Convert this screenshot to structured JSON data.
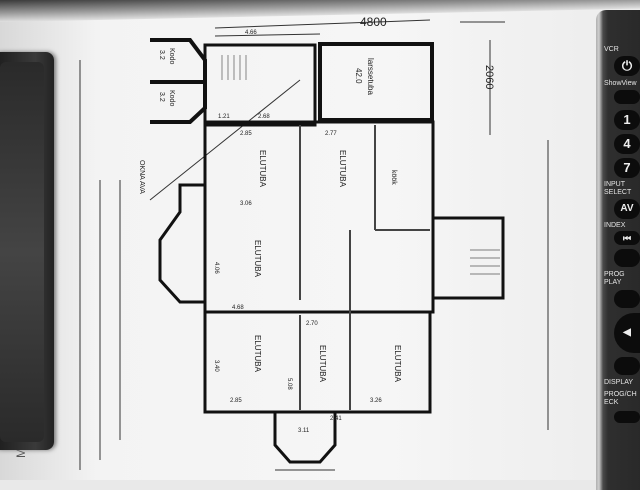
{
  "plan": {
    "dim_top": "4800",
    "dim_right": "2060",
    "dim_top_small": "4.66",
    "garage_label": "larssetuba",
    "garage_area": "42.0",
    "kodo_top": "Kodo",
    "kodo_top_area": "3.2",
    "kodo_bottom": "Kodo",
    "kodo_bottom_area": "3.2",
    "room_elutuba": "ELUTUBA",
    "room_kook": "köök",
    "dims": [
      "2.85",
      "2.77",
      "3.06",
      "4.68",
      "2.70",
      "2.85",
      "3.26",
      "2.41",
      "3.11",
      "1.21",
      "2.68",
      "5.08",
      "4.06",
      "3.40"
    ],
    "left_note": "OKNA AVA",
    "side_letter": "M"
  },
  "remote": {
    "vcr": "VCR",
    "showview": "ShowView",
    "btn1": "1",
    "btn4": "4",
    "btn7": "7",
    "input_select": "INPUT SELECT",
    "av": "AV",
    "index": "INDEX",
    "skip": "⏮",
    "prog_play": "PROG PLAY",
    "left_arrow": "◀",
    "display": "DISPLAY",
    "prog_check": "PROG/CHECK",
    "power": "⏻"
  }
}
